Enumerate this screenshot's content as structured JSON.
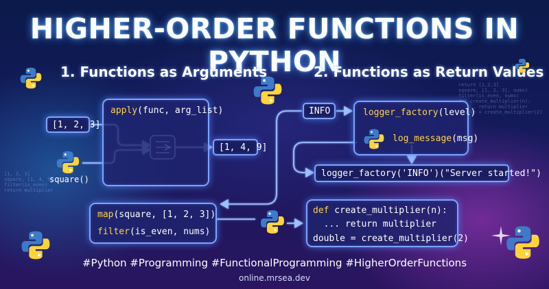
{
  "title": "HIGHER-ORDER FUNCTIONS IN PYTHON",
  "sections": {
    "args_heading": "1. Functions as Arguments",
    "returns_heading": "2. Functions as Return Values"
  },
  "left": {
    "apply_name": "apply",
    "apply_params": "(func, arg_list)",
    "input_list": "[1, 2, 3]",
    "func_label": "square()",
    "output_list": "[1, 4, 9]"
  },
  "right": {
    "info_label": "INFO",
    "factory_name": "logger_factory",
    "factory_params": "(level)",
    "log_name": "log_message",
    "log_params": "(msg)",
    "call_expr": "logger_factory('INFO')(\"Server started!\")"
  },
  "bottom_left": {
    "map_name": "map",
    "map_args": "(square, [1, 2, 3])",
    "filter_name": "filter",
    "filter_args": "(is_even, nums)"
  },
  "bottom_right": {
    "def_kw": "def",
    "def_rest": " create_multiplier(n):",
    "return_line": "  ... return multiplier",
    "assign_line": "double = create_multiplier(2)"
  },
  "footer": {
    "tags": "#Python #Programming #FunctionalProgramming #HigherOrderFunctions",
    "url": "online.mrsea.dev"
  },
  "colors": {
    "accent": "#7ea4ff",
    "keyword": "#ffd24a",
    "python_blue": "#3d7bc9",
    "python_yellow": "#ffd43b"
  }
}
